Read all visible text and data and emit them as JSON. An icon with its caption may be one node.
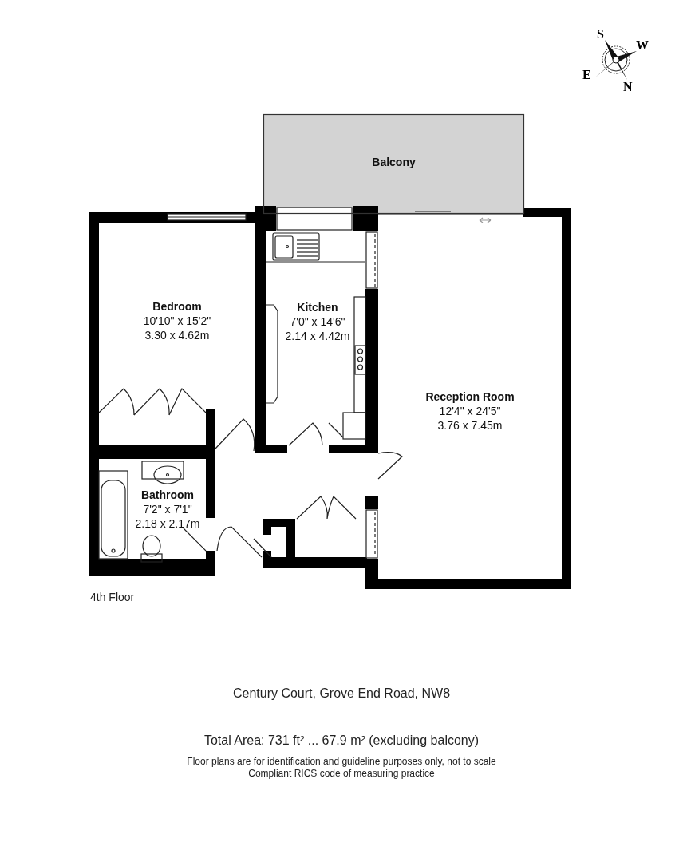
{
  "diagram": {
    "nodes": [
      {
        "text": [
          "Balcony"
        ]
      },
      {
        "text": [
          "Bedroom",
          "10'10\" x 15'2\"",
          "3.30 x 4.62m"
        ]
      },
      {
        "text": [
          "Kitchen",
          "7'0\" x 14'6\"",
          "2.14 x 4.42m"
        ]
      },
      {
        "text": [
          "Reception Room",
          "12'4\" x 24'5\"",
          "3.76 x 7.45m"
        ]
      },
      {
        "text": [
          "Bathroom",
          "7'2\" x 7'1\"",
          "2.18 x 2.17m"
        ]
      }
    ],
    "labels": [
      "S",
      "W",
      "E",
      "N",
      "4th Floor",
      "Century Court, Grove End Road, NW8",
      "Total Area: 731 ft² ... 67.9 m² (excluding balcony)",
      "Floor plans are for identification and guideline purposes only, not to scale",
      "Compliant RICS code of measuring practice"
    ]
  }
}
